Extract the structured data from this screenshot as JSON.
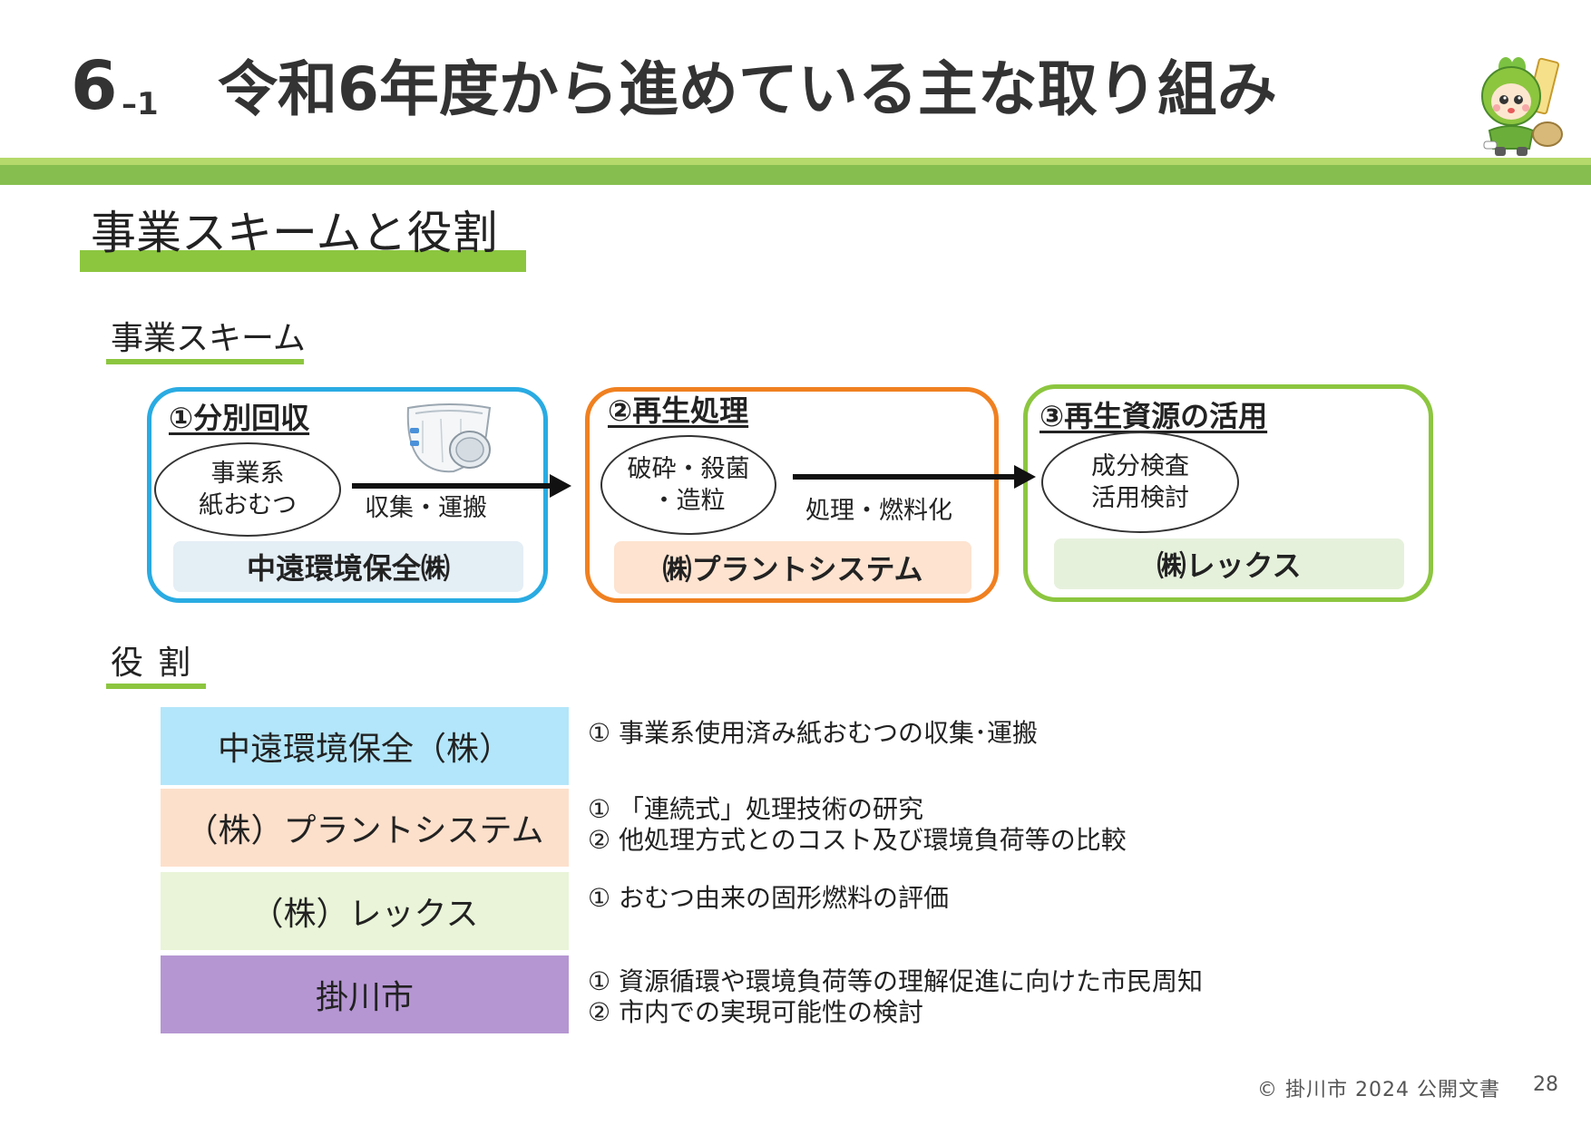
{
  "title": {
    "number": "6",
    "sub_number": "–1",
    "text": "令和6年度から進めている主な取り組み"
  },
  "section_heading": "事業スキームと役割",
  "scheme": {
    "heading": "事業スキーム",
    "stages": [
      {
        "title": "①分別回収",
        "oval_text": "事業系\n紙おむつ",
        "company": "中遠環境保全㈱",
        "color": "#29abe2"
      },
      {
        "title": "②再生処理",
        "oval_text": "破砕・殺菌\n・造粒",
        "company": "㈱プラントシステム",
        "color": "#f08020"
      },
      {
        "title": "③再生資源の活用",
        "oval_text": "成分検査\n活用検討",
        "company": "㈱レックス",
        "color": "#8cc63f"
      }
    ],
    "arrows": [
      "収集・運搬",
      "処理・燃料化"
    ]
  },
  "roles": {
    "heading": "役割",
    "rows": [
      {
        "org": "中遠環境保全（株）",
        "color": "#b3e6fa",
        "items": [
          "① 事業系使用済み紙おむつの収集･運搬"
        ]
      },
      {
        "org": "（株）プラントシステム",
        "color": "#fde0cb",
        "items": [
          "① 「連続式」処理技術の研究",
          "② 他処理方式とのコスト及び環境負荷等の比較"
        ]
      },
      {
        "org": "（株）レックス",
        "color": "#e9f4d8",
        "items": [
          "① おむつ由来の固形燃料の評価"
        ]
      },
      {
        "org": "掛川市",
        "color": "#b596d2",
        "items": [
          "① 資源循環や環境負荷等の理解促進に向けた市民周知",
          "② 市内での実現可能性の検討"
        ]
      }
    ]
  },
  "footer": {
    "copyright": "© 掛川市 2024 公開文書",
    "page": "28"
  }
}
